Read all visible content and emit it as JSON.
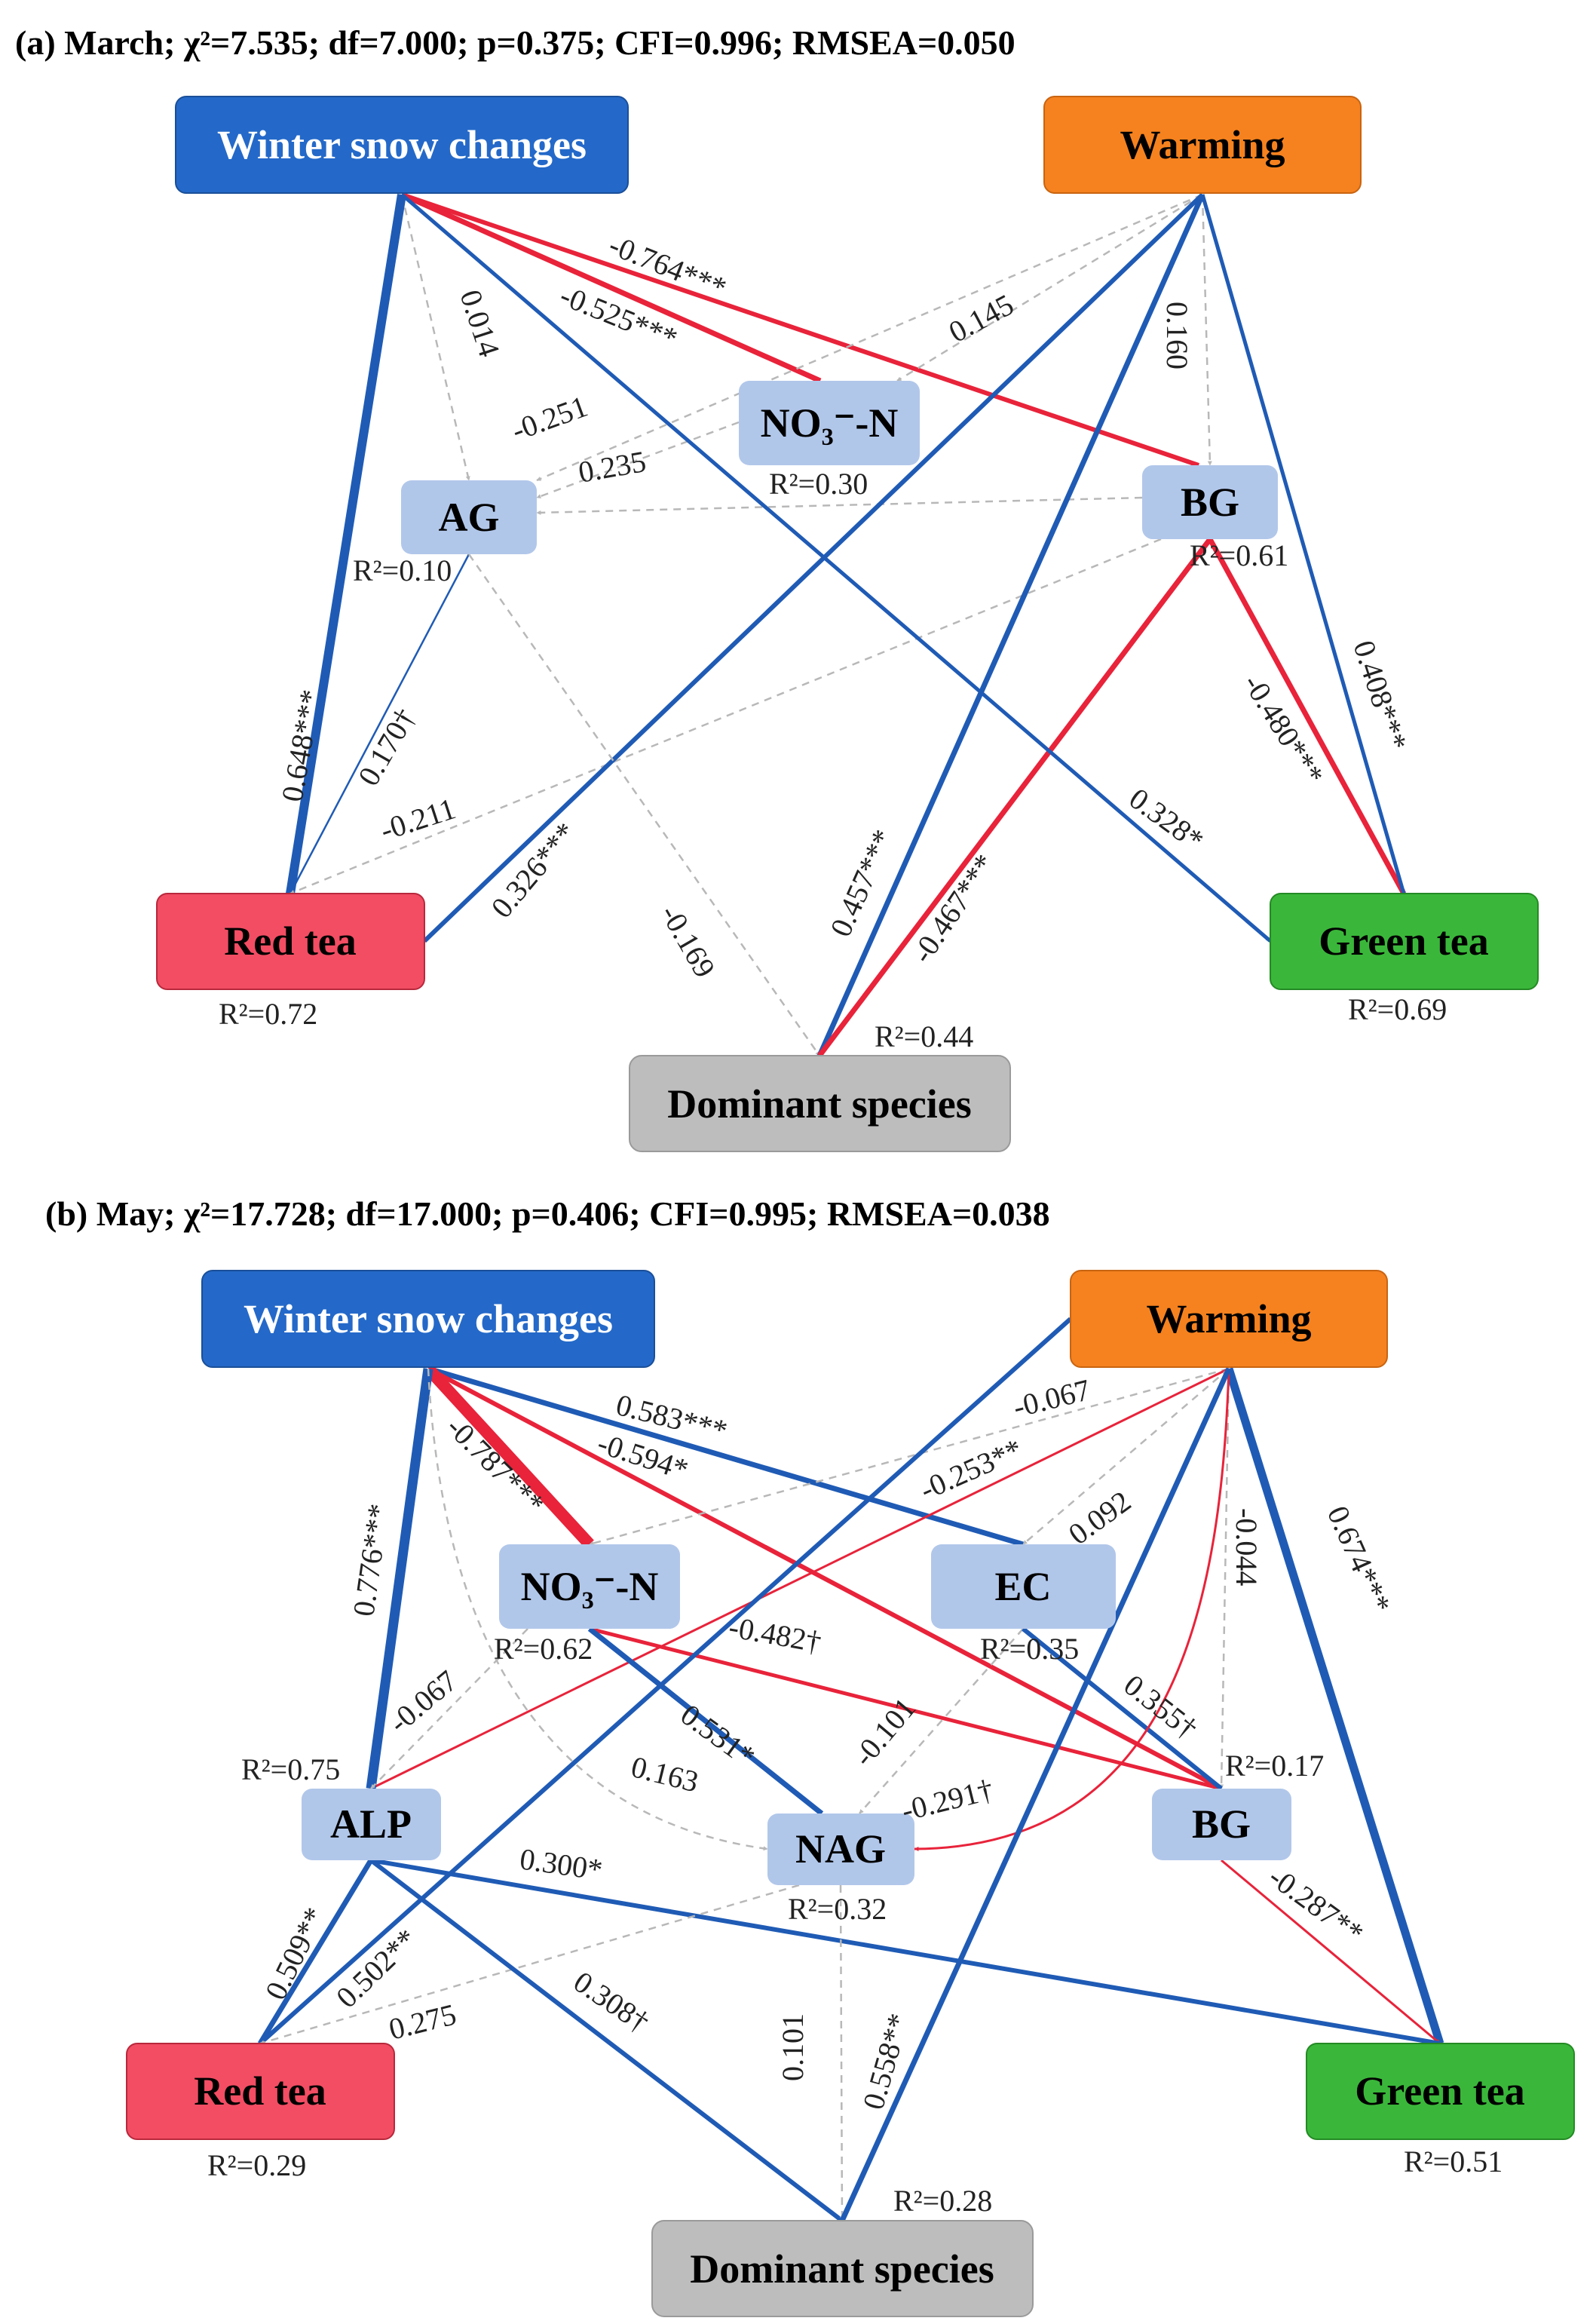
{
  "panel_a": {
    "title": "(a) March; χ²=7.535; df=7.000; p=0.375; CFI=0.996; RMSEA=0.050",
    "nodes": {
      "snow": "Winter snow changes",
      "warming": "Warming",
      "no3": "NO₃⁻-N",
      "ag": "AG",
      "bg": "BG",
      "red_tea": "Red tea",
      "green_tea": "Green tea",
      "dominant": "Dominant species"
    },
    "r2": {
      "no3": "R²=0.30",
      "ag": "R²=0.10",
      "bg": "R²=0.61",
      "red_tea": "R²=0.72",
      "green_tea": "R²=0.69",
      "dominant": "R²=0.44"
    },
    "coefs": {
      "snow_bg": "-0.764***",
      "snow_no3": "-0.525***",
      "snow_ag": "0.014",
      "no3_ag": "-0.251",
      "bg_ag": "0.235",
      "warm_no3": "0.145",
      "warm_bg": "0.160",
      "snow_red": "0.648***",
      "ag_red": "0.170†",
      "bg_red": "-0.211",
      "warm_red": "0.326***",
      "ag_dom": "-0.169",
      "warm_dom": "0.457***",
      "bg_dom": "-0.467***",
      "snow_green": "0.328*",
      "bg_green": "-0.480***",
      "warm_green": "0.408***"
    }
  },
  "panel_b": {
    "title": "(b) May; χ²=17.728; df=17.000; p=0.406; CFI=0.995; RMSEA=0.038",
    "nodes": {
      "snow": "Winter snow changes",
      "warming": "Warming",
      "no3": "NO₃⁻-N",
      "ec": "EC",
      "alp": "ALP",
      "nag": "NAG",
      "bg": "BG",
      "red_tea": "Red tea",
      "green_tea": "Green tea",
      "dominant": "Dominant species"
    },
    "r2": {
      "no3": "R²=0.62",
      "ec": "R²=0.35",
      "alp": "R²=0.75",
      "nag": "R²=0.32",
      "bg": "R²=0.17",
      "red_tea": "R²=0.29",
      "green_tea": "R²=0.51",
      "dominant": "R²=0.28"
    },
    "coefs": {
      "snow_ec": "0.583***",
      "snow_no3": "-0.787***",
      "snow_bg": "-0.594*",
      "warm_no3": "-0.067",
      "warm_alp": "-0.253**",
      "warm_ec": "0.092",
      "warm_bg": "-0.044",
      "warm_green": "0.674***",
      "snow_alp": "0.776***",
      "no3_alp": "-0.067",
      "no3_bg": "-0.482†",
      "no3_nag": "0.531*",
      "snow_nag": "0.163",
      "ec_nag": "-0.101",
      "ec_bg": "0.355†",
      "warm_nag": "-0.291†",
      "bg_green": "-0.287**",
      "alp_green": "0.300*",
      "alp_red": "0.509**",
      "warm_red": "0.502**",
      "nag_red": "0.275",
      "alp_dom": "0.308†",
      "nag_dom": "0.101",
      "warm_dom": "0.558**"
    }
  },
  "colors": {
    "positive": "#1f5bb5",
    "negative": "#e8233a",
    "nonsig": "#b8b8b8",
    "snow_box": "#2469c9",
    "warming_box": "#f5821f",
    "enzyme_box": "#b1c7ea",
    "red_tea_box": "#f24d63",
    "green_tea_box": "#3ab73a",
    "dominant_box": "#bdbdbd"
  }
}
